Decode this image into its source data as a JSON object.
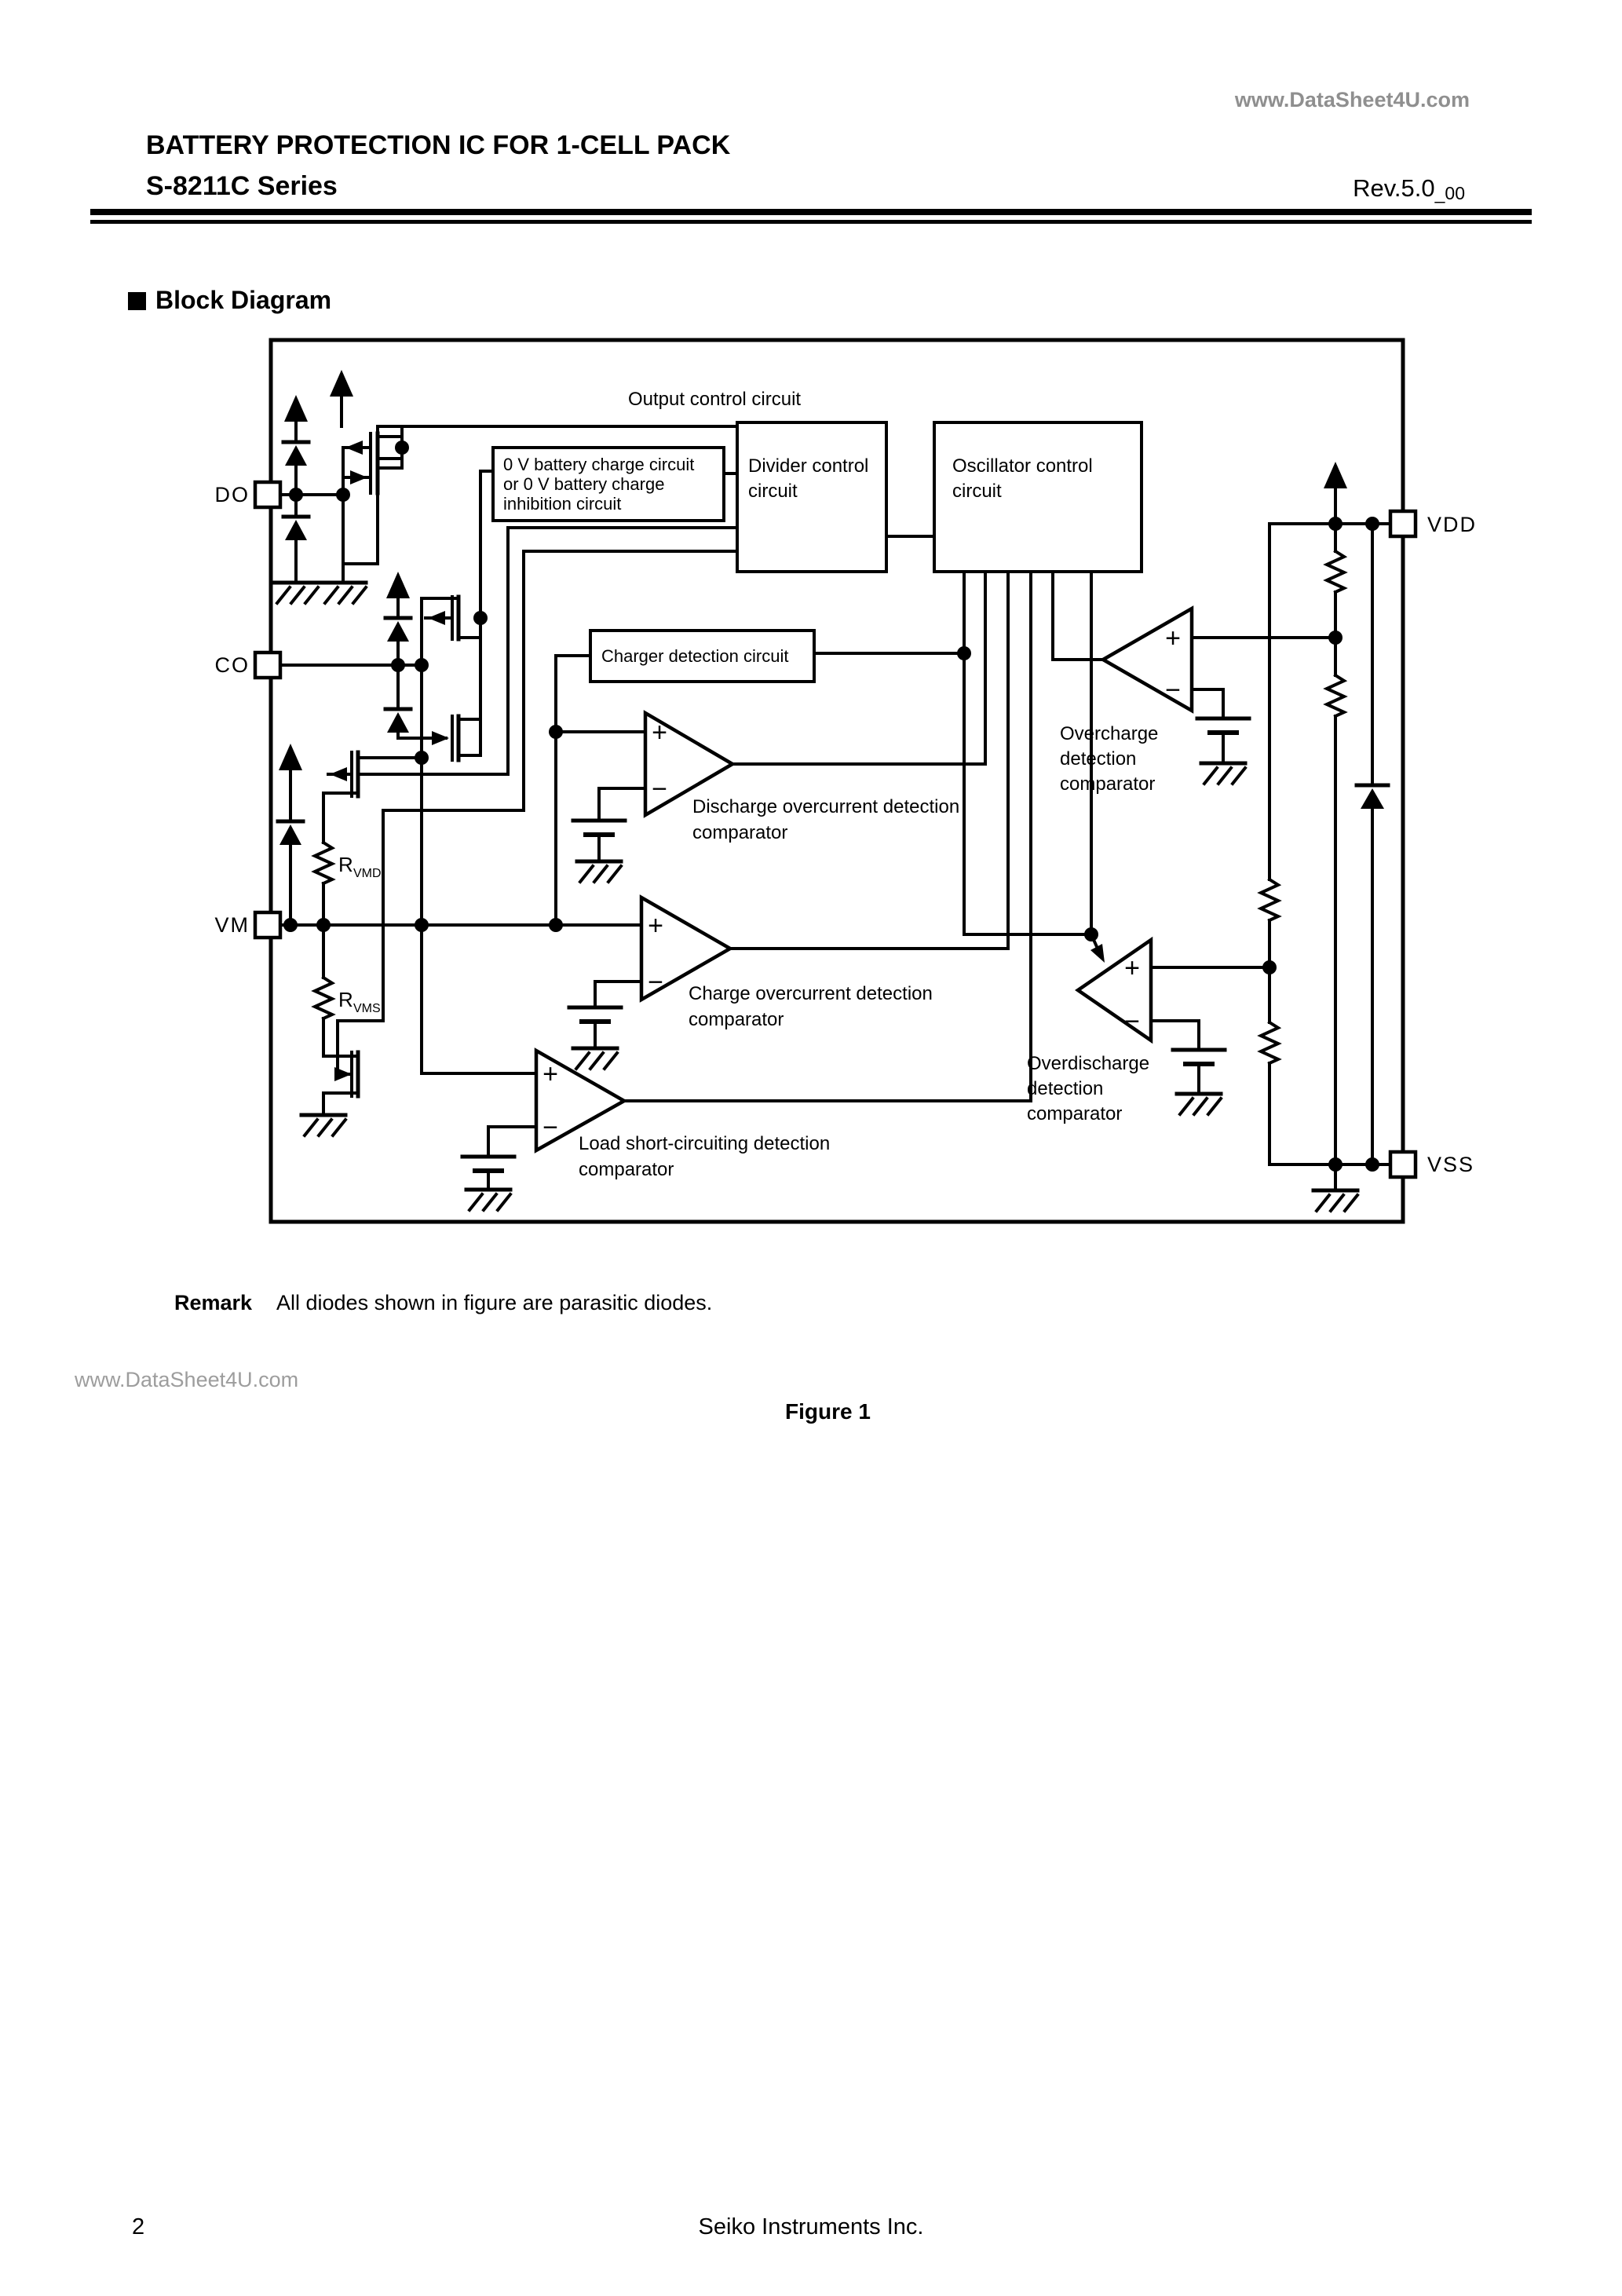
{
  "watermark_top": "www.DataSheet4U.com",
  "watermark_left": "www.DataSheet4U.com",
  "header": {
    "title_line1": "BATTERY PROTECTION IC FOR 1-CELL PACK",
    "title_line2": "S-8211C Series",
    "revision": "Rev.5.0",
    "revision_sub": "_00"
  },
  "section": {
    "heading": "Block Diagram"
  },
  "diagram": {
    "pins": {
      "do": "DO",
      "co": "CO",
      "vm": "VM",
      "vdd": "VDD",
      "vss": "VSS"
    },
    "blocks": {
      "output_control": "Output control circuit",
      "zero_v_l1": "0 V battery charge circuit",
      "zero_v_l2": "or 0 V battery charge",
      "zero_v_l3": "inhibition circuit",
      "divider_l1": "Divider control",
      "divider_l2": "circuit",
      "oscillator_l1": "Oscillator control",
      "oscillator_l2": "circuit",
      "charger": "Charger detection circuit"
    },
    "comparators": {
      "discharge": {
        "l1": "Discharge overcurrent detection",
        "l2": "comparator"
      },
      "charge": {
        "l1": "Charge overcurrent detection",
        "l2": "comparator"
      },
      "load_short": {
        "l1": "Load short-circuiting detection",
        "l2": "comparator"
      },
      "overcharge": {
        "l1": "Overcharge",
        "l2": "detection",
        "l3": "comparator"
      },
      "overdischarge": {
        "l1": "Overdischarge",
        "l2": "detection",
        "l3": "comparator"
      }
    },
    "resistors": {
      "rvmd_base": "R",
      "rvmd_sub": "VMD",
      "rvms_base": "R",
      "rvms_sub": "VMS"
    },
    "signs": {
      "plus": "+",
      "minus": "−"
    }
  },
  "remark": {
    "label": "Remark",
    "text": "All diodes shown in figure are parasitic diodes."
  },
  "figure_caption": "Figure 1",
  "footer": {
    "page_number": "2",
    "company": "Seiko Instruments Inc."
  },
  "colors": {
    "ink": "#000000",
    "watermark": "#8f8f8f",
    "background": "#ffffff"
  }
}
